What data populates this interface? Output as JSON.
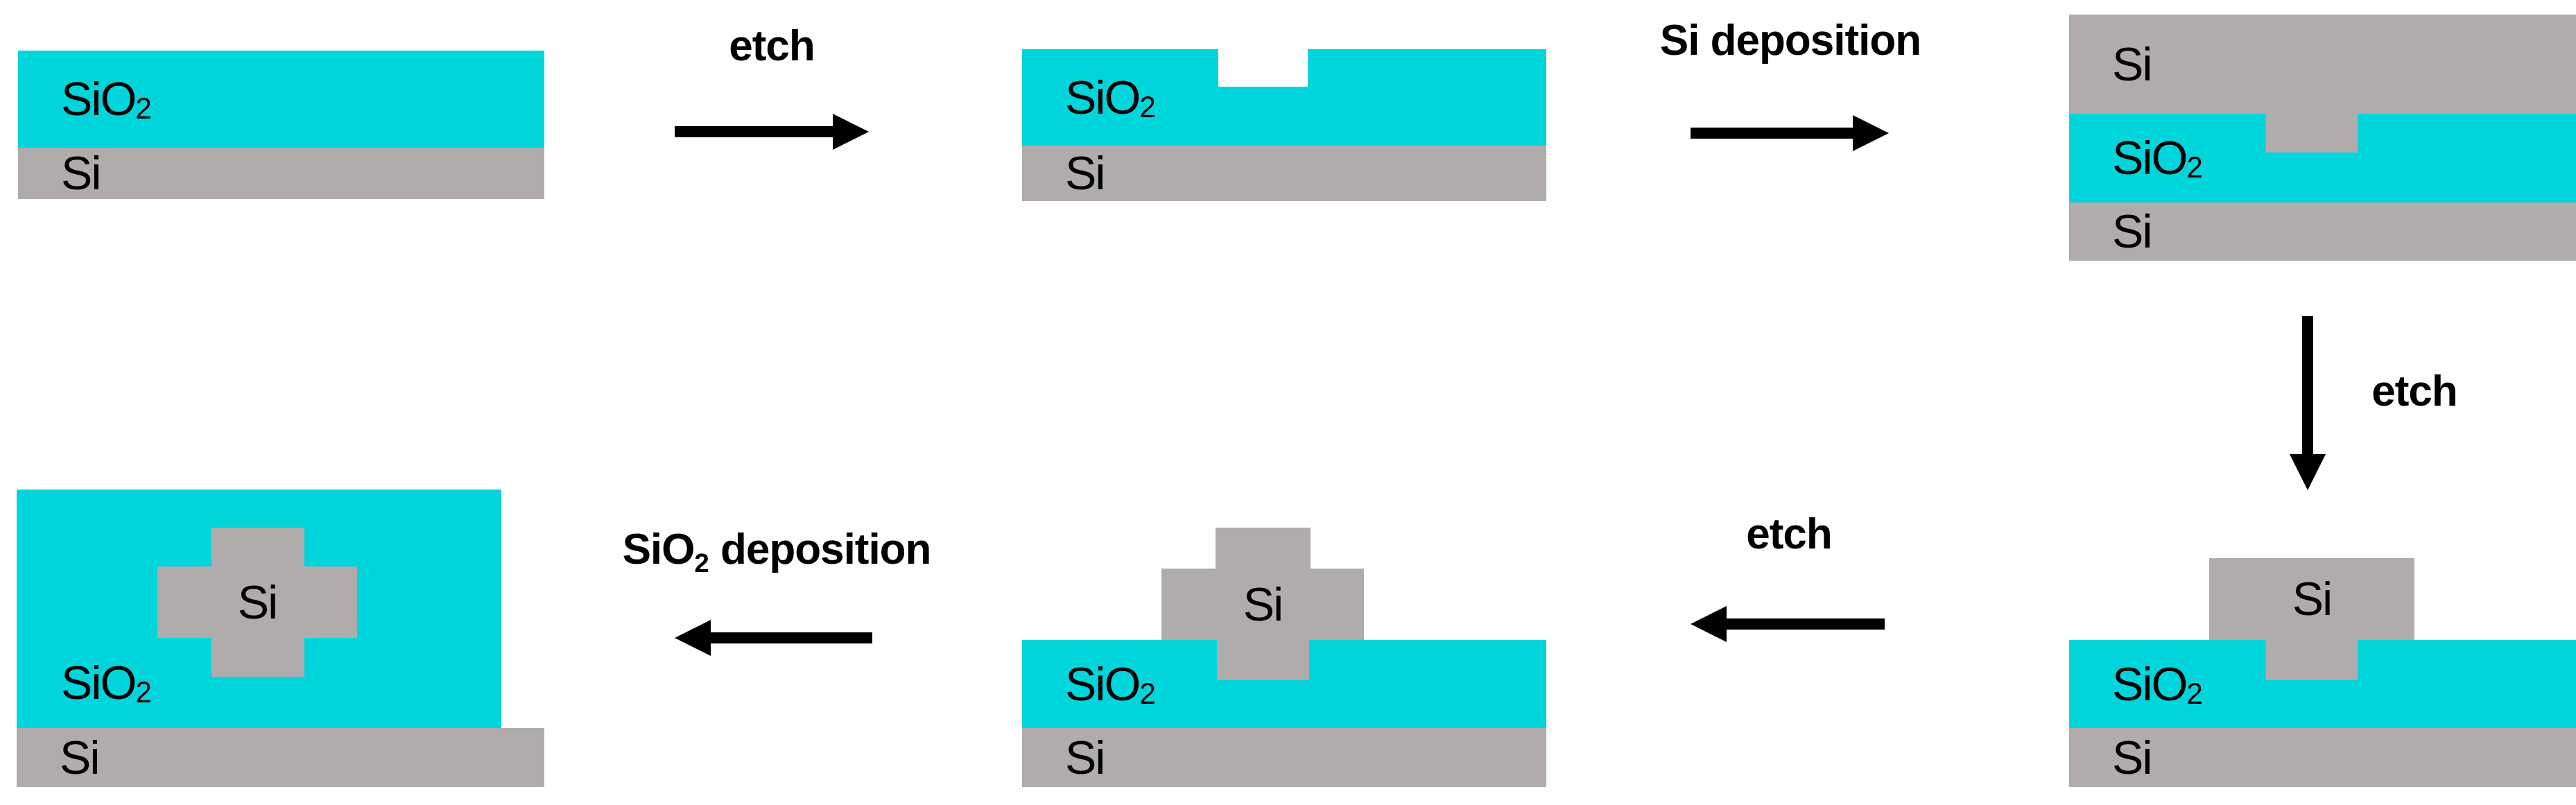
{
  "colors": {
    "sio2_fill": "#00d5dc",
    "si_fill": "#b0acab",
    "arrow": "#000000",
    "label_text": "#000000",
    "background": "#ffffff"
  },
  "materials": {
    "si": "Si",
    "sio2_base": "SiO",
    "sio2_sub": "2"
  },
  "arrows": [
    {
      "label": "etch",
      "direction": "right"
    },
    {
      "label": "Si deposition",
      "direction": "right"
    },
    {
      "label": "etch",
      "direction": "down"
    },
    {
      "label": "etch",
      "direction": "left"
    },
    {
      "label_base": "SiO",
      "label_sub": "2",
      "label_rest": " deposition",
      "direction": "left"
    }
  ],
  "panels": [
    {
      "step": 1,
      "name": "initial-stack",
      "layers_top_to_bottom": [
        "SiO2 film",
        "Si substrate"
      ]
    },
    {
      "step": 2,
      "name": "etched-oxide",
      "layers_top_to_bottom": [
        "SiO2 film with etched trench",
        "Si substrate"
      ]
    },
    {
      "step": 3,
      "name": "si-deposited",
      "layers_top_to_bottom": [
        "deposited Si filling trench",
        "SiO2 film",
        "Si substrate"
      ]
    },
    {
      "step": 4,
      "name": "si-etched-block",
      "layers_top_to_bottom": [
        "Si block with plug in oxide",
        "SiO2 film",
        "Si substrate"
      ]
    },
    {
      "step": 5,
      "name": "si-etched-cross",
      "layers_top_to_bottom": [
        "Si cross-shaped structure",
        "SiO2 film",
        "Si substrate"
      ]
    },
    {
      "step": 6,
      "name": "sio2-encapsulated",
      "layers_top_to_bottom": [
        "SiO2 encapsulating Si cross",
        "Si substrate"
      ]
    }
  ]
}
